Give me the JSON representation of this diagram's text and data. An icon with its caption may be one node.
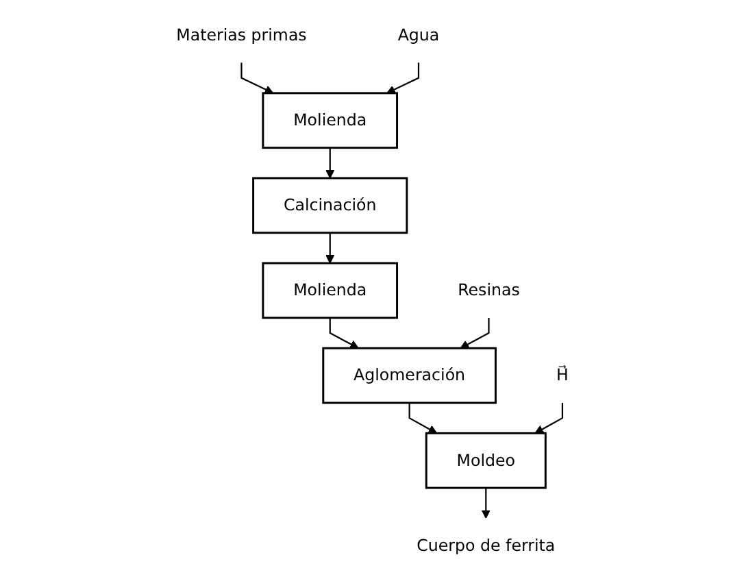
{
  "diagram": {
    "nodes": [
      {
        "text": [
          "Materias primas"
        ]
      },
      {
        "text": [
          "Molienda"
        ]
      },
      {
        "text": [
          "Agua"
        ]
      },
      {
        "text": [
          "Calcinación"
        ]
      },
      {
        "text": [
          "Molienda"
        ]
      },
      {
        "text": [
          "Resinas"
        ]
      },
      {
        "text": [
          "Aglomeración"
        ]
      },
      {
        "text": [
          "H⃗"
        ]
      },
      {
        "text": [
          "Moldeo"
        ]
      },
      {
        "text": [
          "Cuerpo de ferrita"
        ]
      }
    ],
    "edges": [
      {
        "from": 0,
        "to": 1,
        "arrow": "to"
      },
      {
        "from": 2,
        "to": 1,
        "arrow": "to"
      },
      {
        "from": 1,
        "to": 3,
        "arrow": "to"
      },
      {
        "from": 3,
        "to": 4,
        "arrow": "to"
      },
      {
        "from": 4,
        "to": 6,
        "arrow": "to"
      },
      {
        "from": 5,
        "to": 6,
        "arrow": "to"
      },
      {
        "from": 6,
        "to": 8,
        "arrow": "to"
      },
      {
        "from": 7,
        "to": 8,
        "arrow": "to"
      },
      {
        "from": 8,
        "to": 9,
        "arrow": "to"
      }
    ]
  }
}
